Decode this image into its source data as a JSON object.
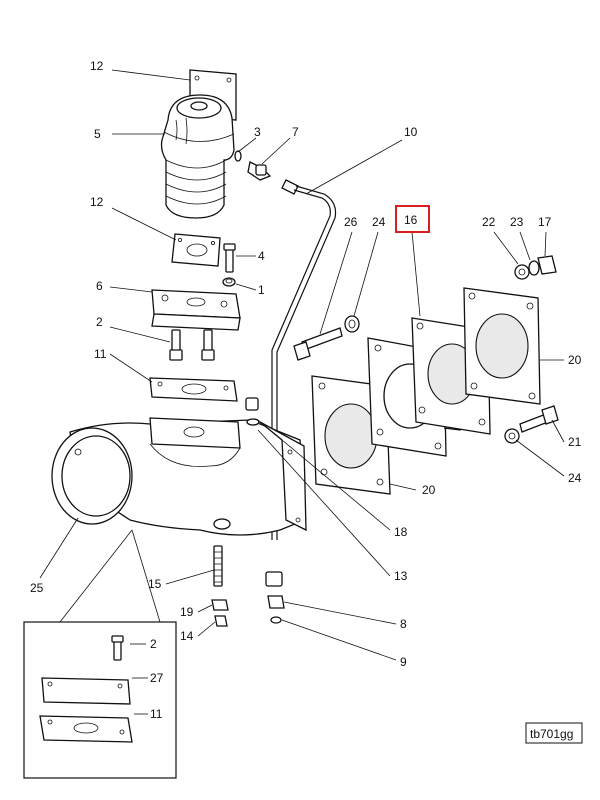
{
  "diagram": {
    "callouts": {
      "c12a": "12",
      "c5": "5",
      "c3": "3",
      "c7": "7",
      "c10": "10",
      "c12b": "12",
      "c4": "4",
      "c1": "1",
      "c6": "6",
      "c2a": "2",
      "c11a": "11",
      "c26": "26",
      "c24a": "24",
      "c16": "16",
      "c22": "22",
      "c23": "23",
      "c17": "17",
      "c20a": "20",
      "c21": "21",
      "c24b": "24",
      "c20b": "20",
      "c18": "18",
      "c13": "13",
      "c25": "25",
      "c15": "15",
      "c19": "19",
      "c14": "14",
      "c8": "8",
      "c9": "9",
      "c2b": "2",
      "c27": "27",
      "c11b": "11"
    },
    "highlighted_callout": "16",
    "highlight_color": "#d81e1e",
    "figure_id": "tb701gg"
  }
}
